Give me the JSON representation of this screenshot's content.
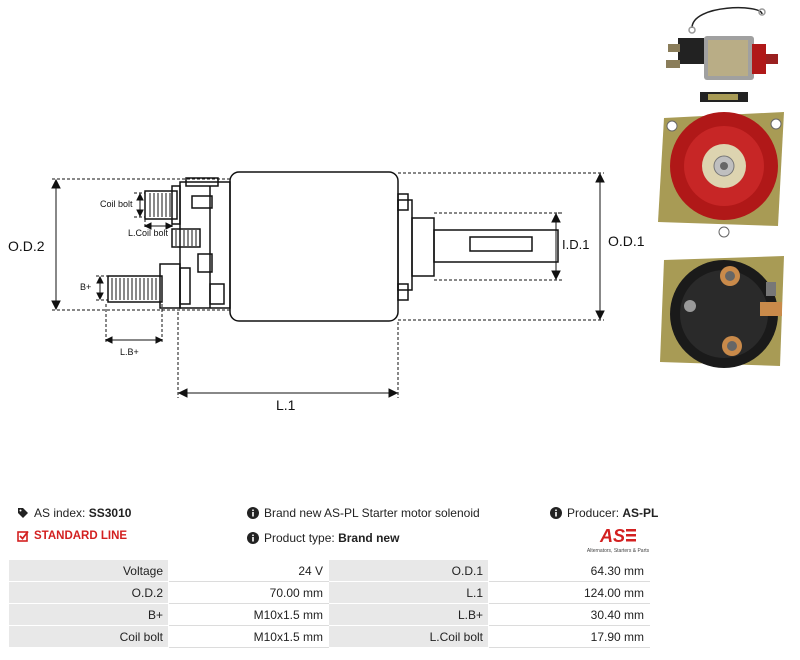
{
  "diagram": {
    "labels": {
      "od2": "O.D.2",
      "od1": "O.D.1",
      "id1": "I.D.1",
      "l1": "L.1",
      "coil_bolt": "Coil bolt",
      "l_coil_bolt": "L.Coil bolt",
      "b_plus": "B+",
      "l_b_plus": "L.B+"
    }
  },
  "info": {
    "as_index_label": "AS index:",
    "as_index_value": "SS3010",
    "standard_line": "STANDARD LINE",
    "description": "Brand new AS-PL Starter motor solenoid",
    "product_type_label": "Product type:",
    "product_type_value": "Brand new",
    "producer_label": "Producer:",
    "producer_value": "AS-PL",
    "logo_text": "AS",
    "logo_tagline": "Alternators, Starters & Parts"
  },
  "specs": [
    {
      "k1": "Voltage",
      "v1": "24 V",
      "k2": "O.D.1",
      "v2": "64.30 mm"
    },
    {
      "k1": "O.D.2",
      "v1": "70.00 mm",
      "k2": "L.1",
      "v2": "124.00 mm"
    },
    {
      "k1": "B+",
      "v1": "M10x1.5 mm",
      "k2": "L.B+",
      "v2": "30.40 mm"
    },
    {
      "k1": "Coil bolt",
      "v1": "M10x1.5 mm",
      "k2": "L.Coil bolt",
      "v2": "17.90 mm"
    }
  ],
  "colors": {
    "accent_red": "#d32020",
    "table_key_bg": "#e8e8e8",
    "solenoid_red": "#b01818",
    "plate_gold": "#a89b55"
  }
}
